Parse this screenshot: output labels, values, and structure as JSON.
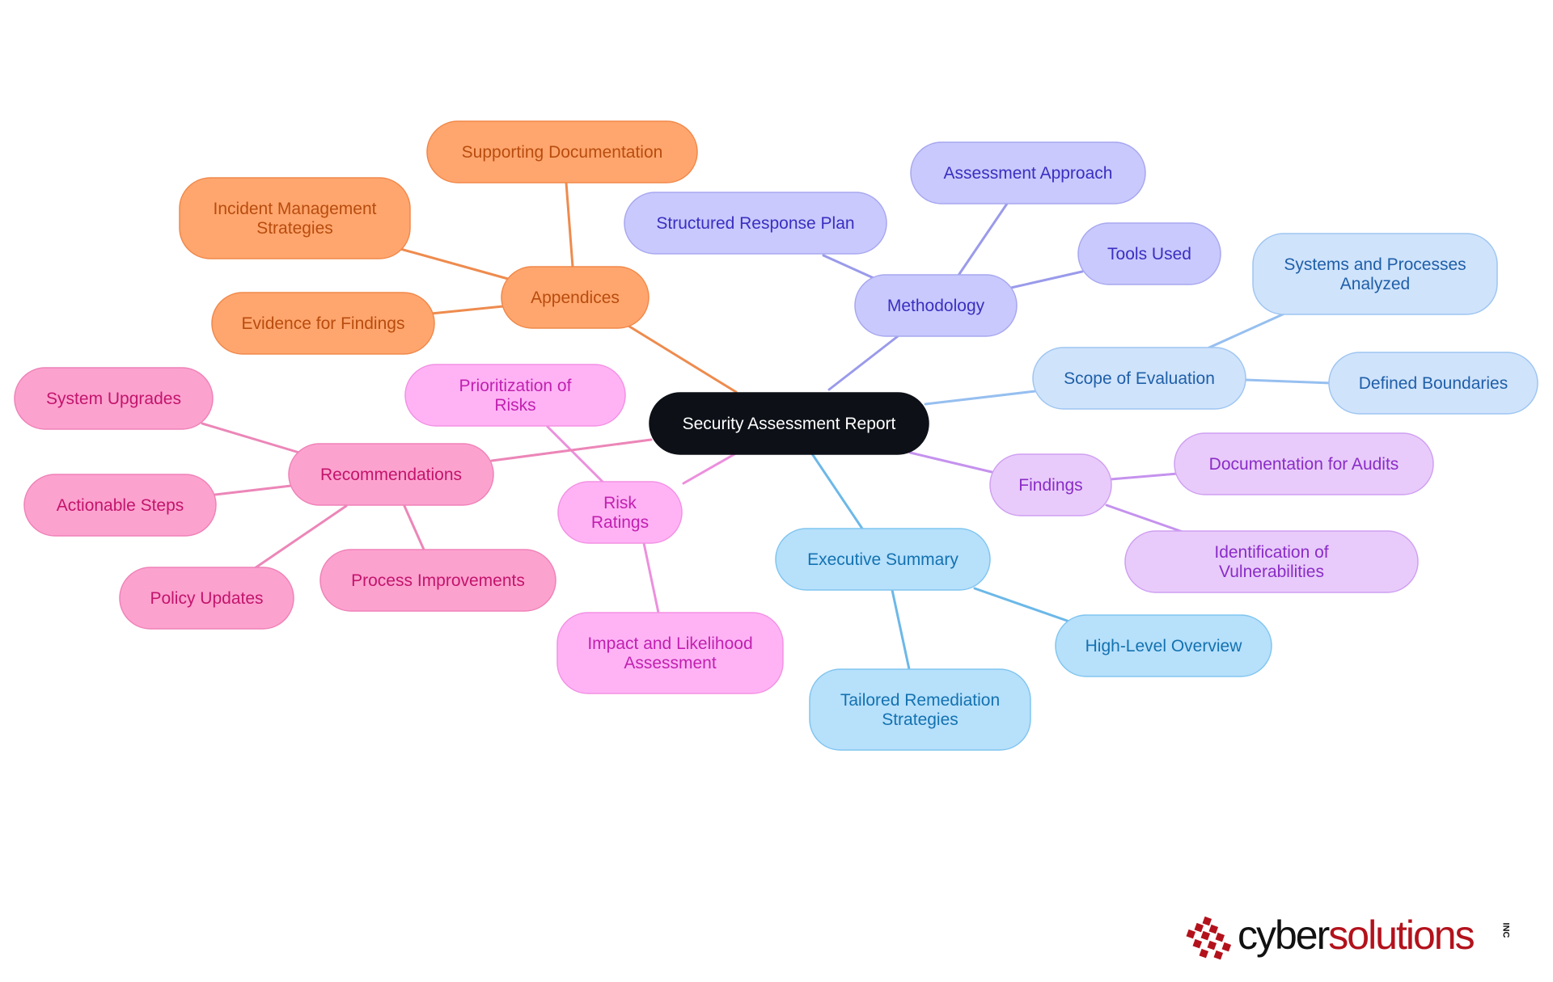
{
  "root": {
    "id": "root",
    "label": "Security Assessment Report"
  },
  "branches": [
    {
      "id": "appendices",
      "label": "Appendices",
      "fill": "#ffa66e",
      "stroke": "#f0884a",
      "text": "#b84c0e",
      "line": "#ee8b4e",
      "children": [
        {
          "id": "supporting-documentation",
          "label": "Supporting Documentation"
        },
        {
          "id": "incident-management-strategies",
          "label": "Incident Management Strategies"
        },
        {
          "id": "evidence-for-findings",
          "label": "Evidence for Findings"
        }
      ]
    },
    {
      "id": "methodology",
      "label": "Methodology",
      "fill": "#c9c9fd",
      "stroke": "#a7a7f0",
      "text": "#3a2fc0",
      "line": "#9a9aeb",
      "children": [
        {
          "id": "assessment-approach",
          "label": "Assessment Approach"
        },
        {
          "id": "structured-response-plan",
          "label": "Structured Response Plan"
        },
        {
          "id": "tools-used",
          "label": "Tools Used"
        }
      ]
    },
    {
      "id": "scope-of-evaluation",
      "label": "Scope of Evaluation",
      "fill": "#cfe3fb",
      "stroke": "#9ec5f1",
      "text": "#1f5fa8",
      "line": "#96bff0",
      "children": [
        {
          "id": "systems-and-processes-analyzed",
          "label": "Systems and Processes Analyzed"
        },
        {
          "id": "defined-boundaries",
          "label": "Defined Boundaries"
        }
      ]
    },
    {
      "id": "findings",
      "label": "Findings",
      "fill": "#e8cbfa",
      "stroke": "#cf9ff2",
      "text": "#8a2cc7",
      "line": "#c592ee",
      "children": [
        {
          "id": "documentation-for-audits",
          "label": "Documentation for Audits"
        },
        {
          "id": "identification-of-vulnerabilities",
          "label": "Identification of Vulnerabilities"
        }
      ]
    },
    {
      "id": "executive-summary",
      "label": "Executive Summary",
      "fill": "#b7e0fb",
      "stroke": "#80c5ef",
      "text": "#1372b0",
      "line": "#6cb8e8",
      "children": [
        {
          "id": "high-level-overview",
          "label": "High-Level Overview"
        },
        {
          "id": "tailored-remediation-strategies",
          "label": "Tailored Remediation Strategies"
        }
      ]
    },
    {
      "id": "risk-ratings",
      "label": "Risk Ratings",
      "fill": "#ffb3f5",
      "stroke": "#f391e4",
      "text": "#c120b0",
      "line": "#ec8fdd",
      "children": [
        {
          "id": "prioritization-of-risks",
          "label": "Prioritization of Risks"
        },
        {
          "id": "impact-and-likelihood-assessment",
          "label": "Impact and Likelihood Assessment"
        }
      ]
    },
    {
      "id": "recommendations",
      "label": "Recommendations",
      "fill": "#fca2cf",
      "stroke": "#ef82b8",
      "text": "#c3146c",
      "line": "#ec86b8",
      "children": [
        {
          "id": "system-upgrades",
          "label": "System Upgrades"
        },
        {
          "id": "actionable-steps",
          "label": "Actionable Steps"
        },
        {
          "id": "policy-updates",
          "label": "Policy Updates"
        },
        {
          "id": "process-improvements",
          "label": "Process Improvements"
        }
      ]
    }
  ],
  "logo": {
    "word_dark": "cyber",
    "word_red": "solutions",
    "suffix": "INC",
    "brand_red": "#b3121c"
  }
}
